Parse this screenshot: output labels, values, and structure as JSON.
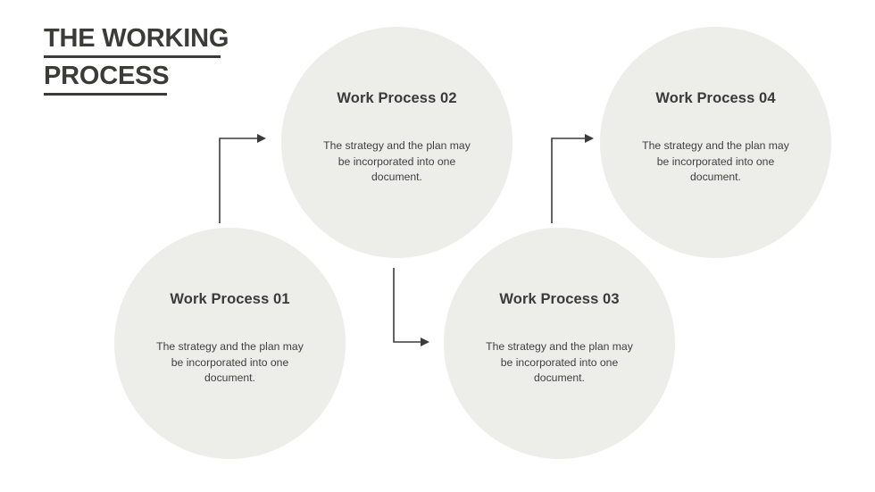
{
  "slide": {
    "title_lines": [
      "THE WORKING",
      "PROCESS"
    ],
    "background_color": "#ffffff",
    "circle_color": "#edeeea",
    "text_color": "#3b3b39",
    "arrow_color": "#3b3b3b"
  },
  "steps": [
    {
      "id": "work-process-01",
      "title": "Work Process 01",
      "body": "The strategy and the plan may be incorporated into one document."
    },
    {
      "id": "work-process-02",
      "title": "Work Process 02",
      "body": "The strategy and the plan may be incorporated into one document."
    },
    {
      "id": "work-process-03",
      "title": "Work Process 03",
      "body": "The strategy and the plan may be incorporated into one document."
    },
    {
      "id": "work-process-04",
      "title": "Work Process 04",
      "body": "The strategy and the plan may be incorporated into one document."
    }
  ],
  "connectors": [
    {
      "id": "connector-01-to-02",
      "from": "work-process-01",
      "to": "work-process-02",
      "shape": "up-then-right"
    },
    {
      "id": "connector-02-to-03",
      "from": "work-process-02",
      "to": "work-process-03",
      "shape": "down-then-right"
    },
    {
      "id": "connector-03-to-04",
      "from": "work-process-03",
      "to": "work-process-04",
      "shape": "up-then-right"
    }
  ]
}
